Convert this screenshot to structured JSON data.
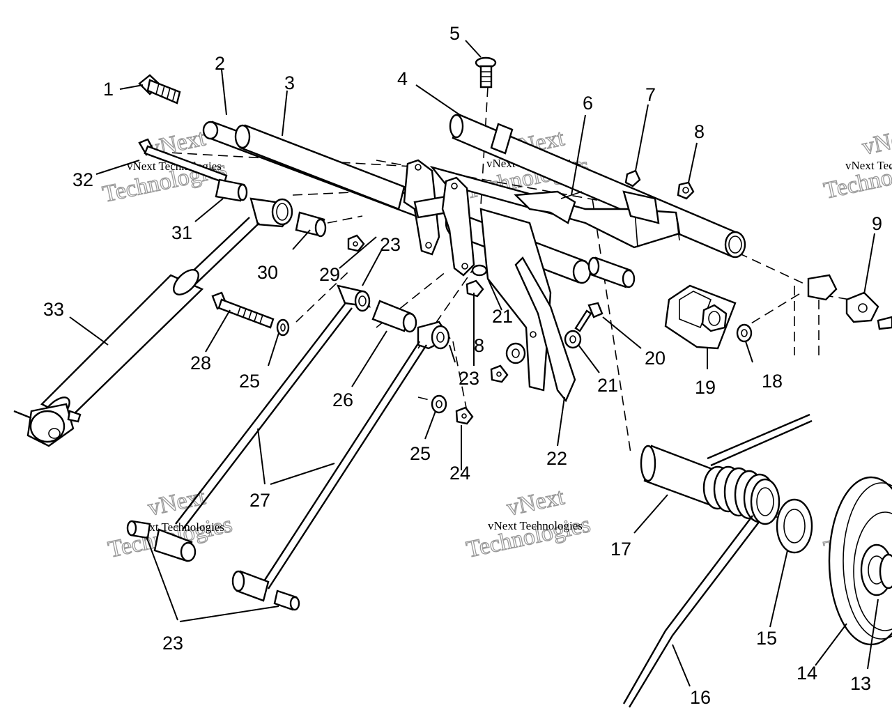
{
  "callouts": [
    {
      "id": "1",
      "text": "1"
    },
    {
      "id": "2",
      "text": "2"
    },
    {
      "id": "3",
      "text": "3"
    },
    {
      "id": "4",
      "text": "4"
    },
    {
      "id": "5",
      "text": "5"
    },
    {
      "id": "6",
      "text": "6"
    },
    {
      "id": "7",
      "text": "7"
    },
    {
      "id": "8a",
      "text": "8"
    },
    {
      "id": "8b",
      "text": "8"
    },
    {
      "id": "9",
      "text": "9"
    },
    {
      "id": "13",
      "text": "13"
    },
    {
      "id": "14",
      "text": "14"
    },
    {
      "id": "15",
      "text": "15"
    },
    {
      "id": "16",
      "text": "16"
    },
    {
      "id": "17",
      "text": "17"
    },
    {
      "id": "18",
      "text": "18"
    },
    {
      "id": "19",
      "text": "19"
    },
    {
      "id": "20",
      "text": "20"
    },
    {
      "id": "21a",
      "text": "21"
    },
    {
      "id": "21b",
      "text": "21"
    },
    {
      "id": "22",
      "text": "22"
    },
    {
      "id": "23a",
      "text": "23"
    },
    {
      "id": "23b",
      "text": "23"
    },
    {
      "id": "23c",
      "text": "23"
    },
    {
      "id": "24",
      "text": "24"
    },
    {
      "id": "25a",
      "text": "25"
    },
    {
      "id": "25b",
      "text": "25"
    },
    {
      "id": "26",
      "text": "26"
    },
    {
      "id": "27",
      "text": "27"
    },
    {
      "id": "28",
      "text": "28"
    },
    {
      "id": "29",
      "text": "29"
    },
    {
      "id": "30",
      "text": "30"
    },
    {
      "id": "31",
      "text": "31"
    },
    {
      "id": "32",
      "text": "32"
    },
    {
      "id": "33",
      "text": "33"
    }
  ],
  "watermark": {
    "small_text": "vNext Technologies",
    "big_text": "Technologies",
    "logo_text": "vNext"
  },
  "colors": {
    "line": "#000000",
    "background": "#ffffff",
    "watermark": "#9a9a9a"
  }
}
